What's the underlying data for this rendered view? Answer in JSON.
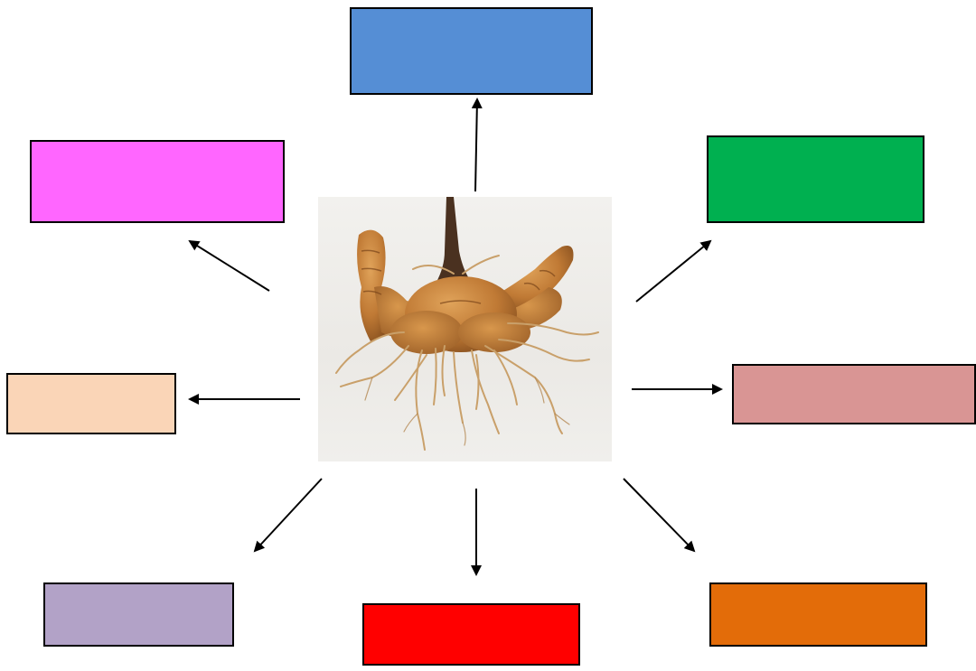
{
  "diagram": {
    "center_image": "turmeric-rhizome-photo",
    "boxes": [
      {
        "id": "box-top",
        "color": "#558ED5"
      },
      {
        "id": "box-upper-left",
        "color": "#FF66FF"
      },
      {
        "id": "box-upper-right",
        "color": "#00B050"
      },
      {
        "id": "box-left",
        "color": "#FAD5B7"
      },
      {
        "id": "box-right",
        "color": "#D99594"
      },
      {
        "id": "box-lower-left",
        "color": "#B2A2C7"
      },
      {
        "id": "box-bottom",
        "color": "#FF0000"
      },
      {
        "id": "box-lower-right",
        "color": "#E36C09"
      }
    ]
  }
}
